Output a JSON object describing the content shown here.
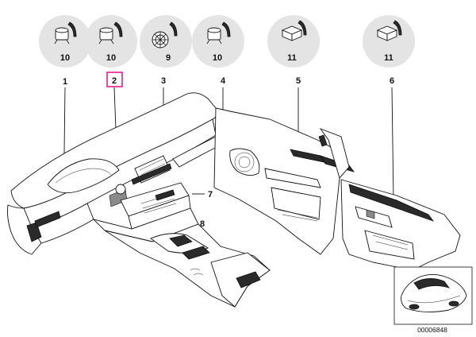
{
  "clips": [
    {
      "qty": "10",
      "icon": "trim-clip-round-icon"
    },
    {
      "qty": "10",
      "icon": "trim-clip-round-icon"
    },
    {
      "qty": "9",
      "icon": "trim-clip-rosette-icon"
    },
    {
      "qty": "10",
      "icon": "trim-clip-round-icon"
    },
    {
      "qty": "11",
      "icon": "trim-clip-square-icon"
    },
    {
      "qty": "11",
      "icon": "trim-clip-square-icon"
    }
  ],
  "callouts": {
    "c1": "1",
    "c2": "2",
    "c3": "3",
    "c4": "4",
    "c5": "5",
    "c6": "6",
    "c7": "7",
    "c8": "8"
  },
  "highlighted_callout": "2",
  "highlight_color": "#e0208c",
  "reference_number": "00006848"
}
